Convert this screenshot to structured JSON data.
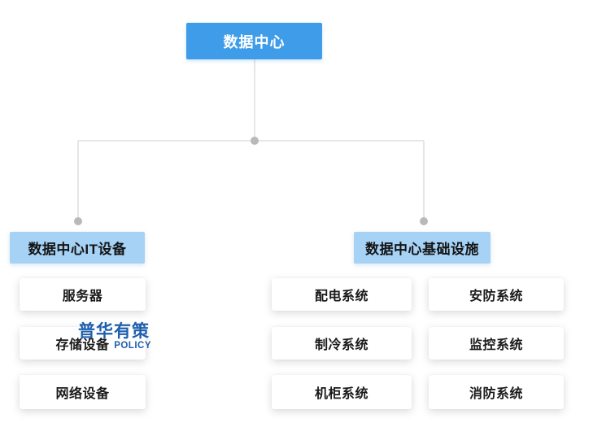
{
  "colors": {
    "root_bg": "#3E9CE9",
    "root_text": "#FFFFFF",
    "branch_bg": "#A6D2F5",
    "leaf_bg": "#FFFFFF",
    "node_text": "#1A1A1A",
    "connector_line": "#DFDFDF",
    "connector_dot": "#B9B9B9",
    "watermark_blue": "#1F5FAD"
  },
  "root": {
    "label": "数据中心"
  },
  "branches": [
    {
      "label": "数据中心IT设备",
      "children": [
        "服务器",
        "存储设备",
        "网络设备"
      ]
    },
    {
      "label": "数据中心基础设施",
      "children_col1": [
        "配电系统",
        "制冷系统",
        "机柜系统"
      ],
      "children_col2": [
        "安防系统",
        "监控系统",
        "消防系统"
      ]
    }
  ],
  "watermark": {
    "line1": "普华有策",
    "line2": "POLICY"
  }
}
